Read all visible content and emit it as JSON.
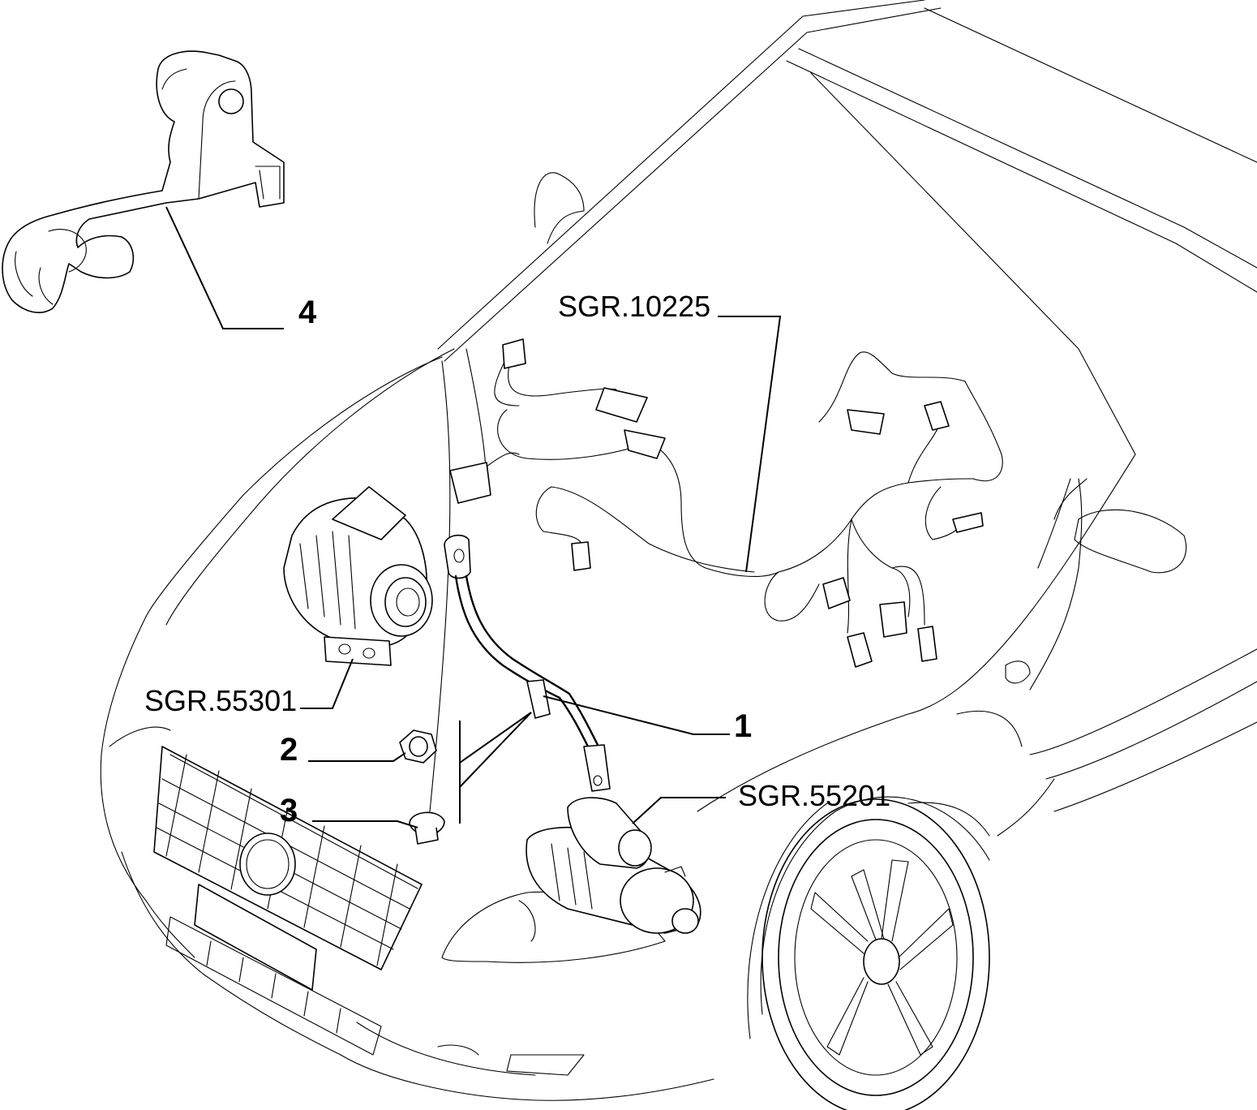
{
  "callouts": {
    "part1": "1",
    "part2": "2",
    "part3": "3",
    "part4": "4"
  },
  "references": {
    "harness": "SGR.10225",
    "alternator": "SGR.55301",
    "starter": "SGR.55201"
  }
}
